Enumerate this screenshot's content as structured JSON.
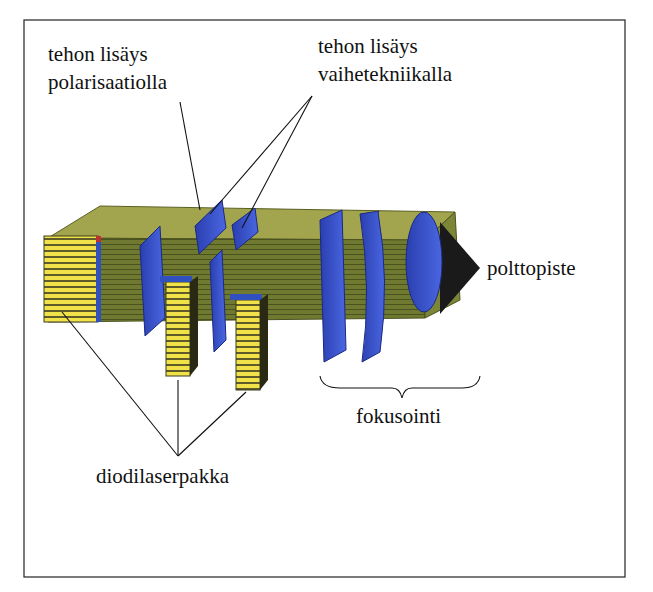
{
  "diagram": {
    "labels": [
      "tehon lisäys polarisaatiolla",
      "tehon lisäys vaihetekniikalla",
      "polttopiste",
      "fokusointi",
      "diodilaserpakka"
    ]
  }
}
